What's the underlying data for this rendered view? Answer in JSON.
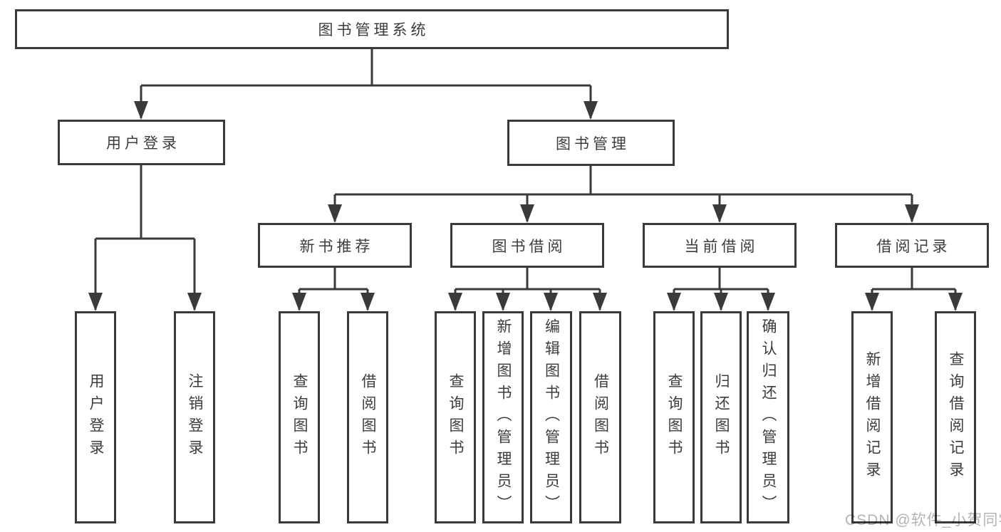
{
  "colors": {
    "line": "#3a3a3a",
    "box_border": "#3a3a3a",
    "box_fill": "#ffffff",
    "text": "#3c3c3c",
    "watermark": "#b4b4b4"
  },
  "watermark": "CSDN @软件_小贺同学",
  "nodes": {
    "root": {
      "label": "图书管理系统"
    },
    "user_login": {
      "label": "用户登录"
    },
    "book_mgmt": {
      "label": "图书管理"
    },
    "new_book_rec": {
      "label": "新书推荐"
    },
    "book_borrow": {
      "label": "图书借阅"
    },
    "current_borrow": {
      "label": "当前借阅"
    },
    "borrow_records": {
      "label": "借阅记录"
    },
    "leaf_user_login": {
      "label": "用户登录"
    },
    "leaf_logout": {
      "label": "注销登录"
    },
    "leaf_rec_query": {
      "label": "查询图书"
    },
    "leaf_rec_borrow": {
      "label": "借阅图书"
    },
    "leaf_bb_query": {
      "label": "查询图书"
    },
    "leaf_bb_add": {
      "label": "新增图书（管理员）"
    },
    "leaf_bb_edit": {
      "label": "编辑图书（管理员）"
    },
    "leaf_bb_borrow": {
      "label": "借阅图书"
    },
    "leaf_cb_query": {
      "label": "查询图书"
    },
    "leaf_cb_return": {
      "label": "归还图书"
    },
    "leaf_cb_confirm": {
      "label": "确认归还（管理员）"
    },
    "leaf_br_add": {
      "label": "新增借阅记录"
    },
    "leaf_br_query": {
      "label": "查询借阅记录"
    }
  },
  "hierarchy": {
    "图书管理系统": [
      "用户登录",
      "图书管理"
    ],
    "用户登录": [
      "用户登录",
      "注销登录"
    ],
    "图书管理": [
      "新书推荐",
      "图书借阅",
      "当前借阅",
      "借阅记录"
    ],
    "新书推荐": [
      "查询图书",
      "借阅图书"
    ],
    "图书借阅": [
      "查询图书",
      "新增图书（管理员）",
      "编辑图书（管理员）",
      "借阅图书"
    ],
    "当前借阅": [
      "查询图书",
      "归还图书",
      "确认归还（管理员）"
    ],
    "借阅记录": [
      "新增借阅记录",
      "查询借阅记录"
    ]
  }
}
